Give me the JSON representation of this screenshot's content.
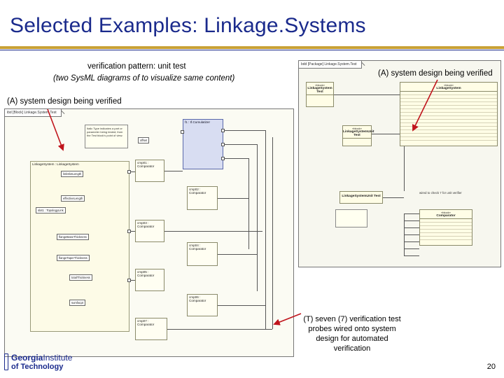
{
  "slide": {
    "title": "Selected Examples: Linkage.Systems",
    "page_number": "20"
  },
  "captions": {
    "pattern": "verification pattern: unit test",
    "two_diagrams": "(two SysML diagrams of to visualize same content)",
    "system_left": "(A) system design being verified",
    "system_right": "(A) system design being verified",
    "probes": "(T) seven (7) verification test probes wired onto system design for automated verification"
  },
  "logo": {
    "line1": "Georgia",
    "line1b": "Institute",
    "line2": "of Technology"
  },
  "left_diagram": {
    "tab": "ibd [Block] Linkage.System.Test",
    "note": "Italic Type indicates a part or parameter being tested; from the Test block's point of view.",
    "outer_block": "LinkageSystem : LinkageSystem",
    "constraint": "f1 : tf.Cumulatizer",
    "parts": [
      {
        "name": "cmp01 : Comparator"
      },
      {
        "name": "cmp02 : Comparator"
      },
      {
        "name": "cmp03 : Comparator"
      },
      {
        "name": "cmp04 : Comparator"
      },
      {
        "name": "cmp05 : Comparator"
      },
      {
        "name": "cmp06 : Comparator"
      },
      {
        "name": "cmp07 : Comparator"
      }
    ],
    "values": [
      {
        "text": "linkSlotLength"
      },
      {
        "text": "effectiveLength"
      },
      {
        "text": "slot1 : TopologyLink"
      },
      {
        "text": "flangeBaseThickness"
      },
      {
        "text": "flangeTaperThickness"
      },
      {
        "text": "totalThickness"
      },
      {
        "text": "sumfacpt"
      },
      {
        "text": "offset"
      }
    ]
  },
  "right_diagram": {
    "tab": "bdd [Package] Linkage.System.Test",
    "blocks": [
      {
        "stereo": "«block»",
        "name": "LinkageSystem Test"
      },
      {
        "stereo": "«block»",
        "name": "LinkageSystem"
      },
      {
        "stereo": "«block»",
        "name": "LinkageSystemUnit Test"
      },
      {
        "stereo": "«block»",
        "name": "Comparator"
      }
    ],
    "note": "wired to check 7 for unit verifier"
  },
  "colors": {
    "title": "#1a2a8c",
    "rule": "#c8a035",
    "arrow": "#c0141c",
    "block_fill": "#fffde6",
    "constraint_fill": "#d8ddf2"
  }
}
